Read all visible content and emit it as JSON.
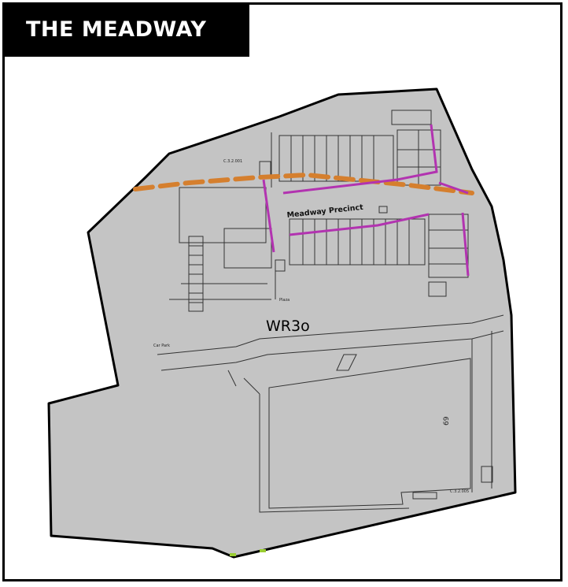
{
  "header": {
    "title": "THE MEADWAY"
  },
  "map": {
    "site_label": "WR3o",
    "precinct_label": "Meadway Precinct",
    "car_park_label": "Car Park",
    "plaza_label": "Plaza",
    "building_number": "69",
    "road_label_top": "C.3.2.001",
    "road_label_bottom": "C.3.2.005",
    "colors": {
      "site_fill": "#c4c4c4",
      "site_outline": "#000000",
      "route": "#d57f2e",
      "paths": "#b233b0",
      "title_bg": "#000000",
      "title_text": "#ffffff"
    }
  }
}
